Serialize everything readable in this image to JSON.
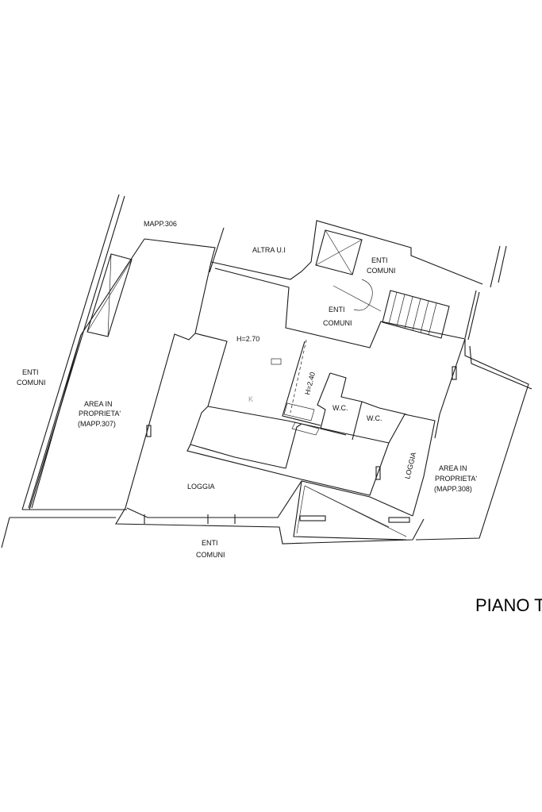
{
  "labels": {
    "mapp306": "MAPP.306",
    "altra_ui": "ALTRA U.I",
    "enti_comuni_top": [
      "ENTI",
      "COMUNI"
    ],
    "enti_comuni_center": [
      "ENTI",
      "COMUNI"
    ],
    "enti_comuni_left": [
      "ENTI",
      "COMUNI"
    ],
    "enti_comuni_bottom": [
      "ENTI",
      "COMUNI"
    ],
    "h270": "H=2.70",
    "h240": "H=2.40",
    "kitchen": "K",
    "wc1": "W.C.",
    "wc2": "W.C.",
    "area_left": [
      "AREA IN",
      "PROPRIETA'",
      "(MAPP.307)"
    ],
    "area_right": [
      "AREA IN",
      "PROPRIETA'",
      "(MAPP.308)"
    ],
    "loggia_left": "LOGGIA",
    "loggia_right": "LOGGIA"
  },
  "title": "PIANO T"
}
